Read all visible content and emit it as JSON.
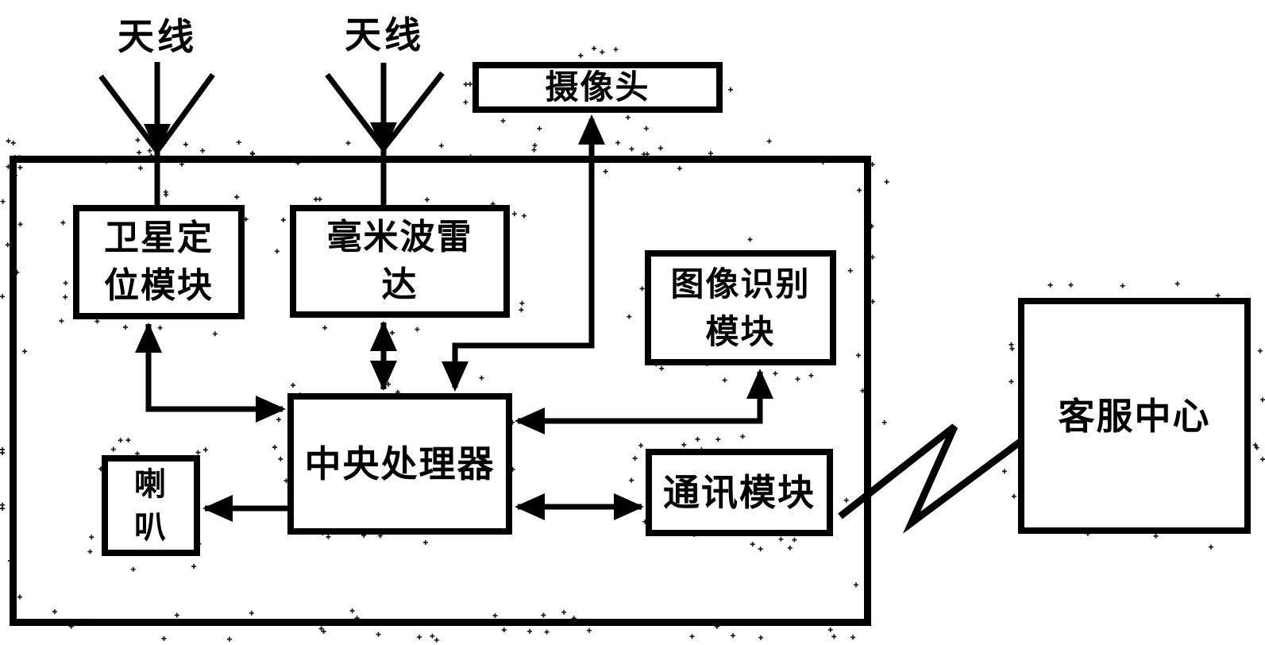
{
  "figure": {
    "antenna_left": {
      "label": "天线"
    },
    "antenna_right": {
      "label": "天线"
    },
    "camera": {
      "label": "摄像头"
    },
    "satellite_module": {
      "line1": "卫星定",
      "line2": "位模块"
    },
    "radar_module": {
      "line1": "毫米波雷",
      "line2": "达"
    },
    "image_recognition_module": {
      "line1": "图像识别",
      "line2": "模块"
    },
    "cpu": {
      "label": "中央处理器"
    },
    "speaker": {
      "line1": "喇",
      "line2": "叭"
    },
    "comm_module": {
      "label": "通讯模块"
    },
    "service_center": {
      "label": "客服中心"
    },
    "colors": {
      "ink": "#000000",
      "paper": "#ffffff"
    }
  }
}
